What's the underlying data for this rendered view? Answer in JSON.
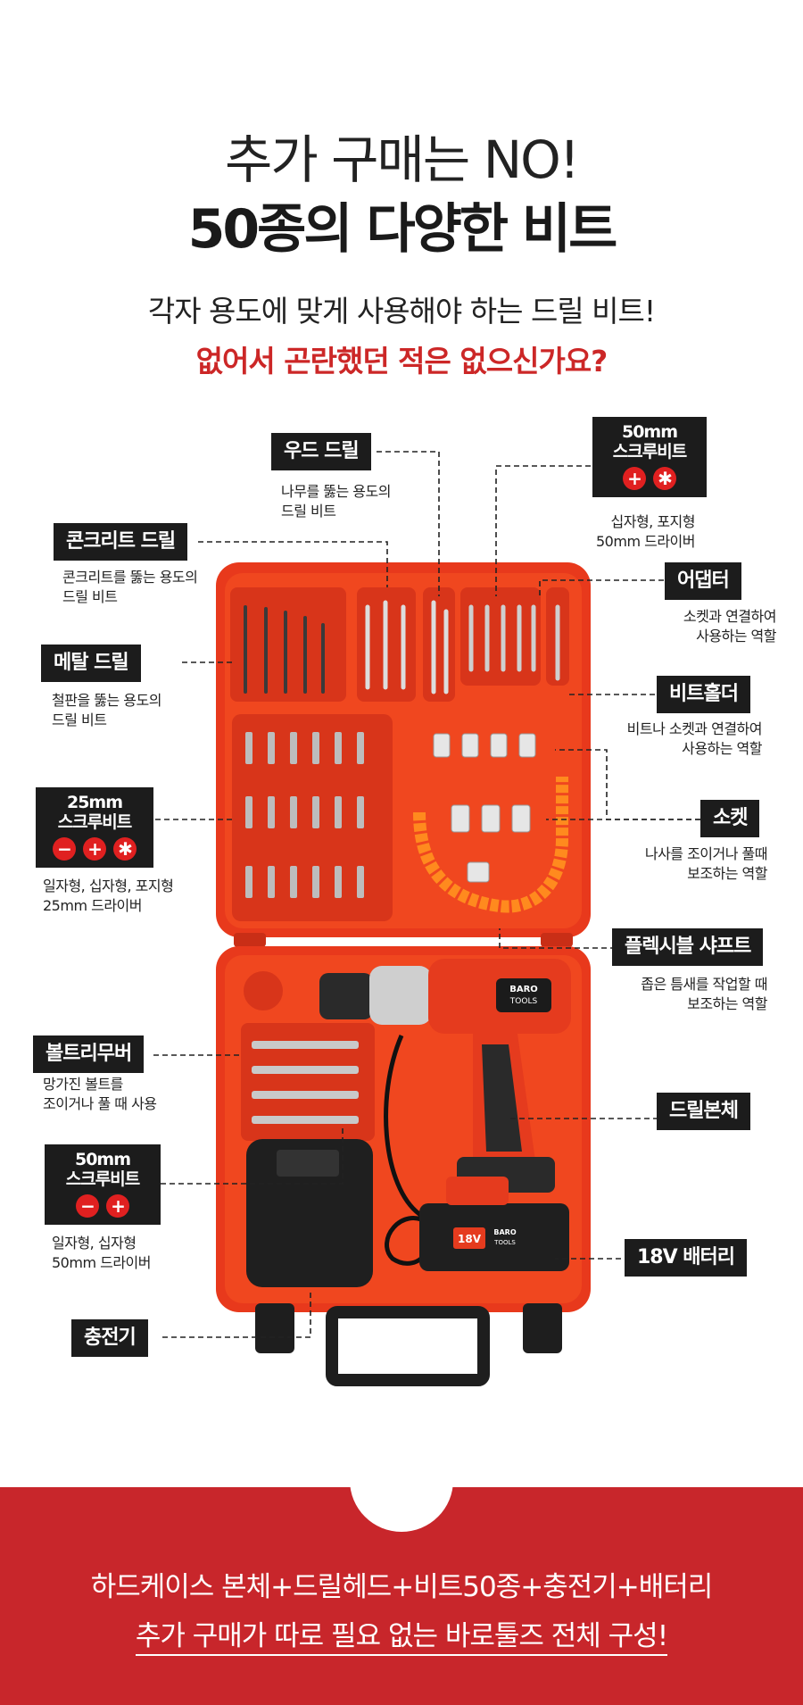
{
  "header": {
    "line1": "추가 구매는 NO!",
    "line2": "50종의 다양한 비트",
    "sub1": "각자 용도에 맞게 사용해야 하는 드릴 비트!",
    "sub2": "없어서 곤란했던 적은 없으신가요?"
  },
  "labels": {
    "wood_drill": {
      "title": "우드 드릴",
      "desc1": "나무를 뚫는 용도의",
      "desc2": "드릴 비트"
    },
    "screw50_top": {
      "title1": "50mm",
      "title2": "스크루비트",
      "desc1": "십자형, 포지형",
      "desc2": "50mm 드라이버"
    },
    "concrete_drill": {
      "title": "콘크리트 드릴",
      "desc1": "콘크리트를 뚫는 용도의",
      "desc2": "드릴 비트"
    },
    "adapter": {
      "title": "어댑터",
      "desc1": "소켓과 연결하여",
      "desc2": "사용하는 역할"
    },
    "metal_drill": {
      "title": "메탈 드릴",
      "desc1": "철판을 뚫는 용도의",
      "desc2": "드릴 비트"
    },
    "bit_holder": {
      "title": "비트홀더",
      "desc1": "비트나 소켓과 연결하여",
      "desc2": "사용하는 역할"
    },
    "screw25": {
      "title1": "25mm",
      "title2": "스크루비트",
      "desc1": "일자형, 십자형, 포지형",
      "desc2": "25mm 드라이버"
    },
    "socket": {
      "title": "소켓",
      "desc1": "나사를 조이거나 풀때",
      "desc2": "보조하는 역할"
    },
    "flex_shaft": {
      "title": "플렉시블 샤프트",
      "desc1": "좁은 틈새를 작업할 때",
      "desc2": "보조하는 역할"
    },
    "bolt_remover": {
      "title": "볼트리무버",
      "desc1": "망가진 볼트를",
      "desc2": "조이거나 풀 때 사용"
    },
    "drill_body": {
      "title": "드릴본체"
    },
    "screw50_bottom": {
      "title1": "50mm",
      "title2": "스크루비트",
      "desc1": "일자형, 십자형",
      "desc2": "50mm 드라이버"
    },
    "battery": {
      "title": "18V 배터리"
    },
    "charger": {
      "title": "충전기"
    }
  },
  "icons": {
    "minus": "−",
    "plus": "+",
    "pozi": "✱"
  },
  "product": {
    "brand1": "BARO",
    "brand2": "TOOLS",
    "voltage": "18V"
  },
  "footer": {
    "line1": "하드케이스  본체+드릴헤드+비트50종+충전기+배터리",
    "line2": "추가 구매가 따로 필요 없는 바로툴즈 전체 구성!"
  },
  "colors": {
    "accent": "#cc2727",
    "case": "#e8391c",
    "footer": "#c8262b"
  }
}
